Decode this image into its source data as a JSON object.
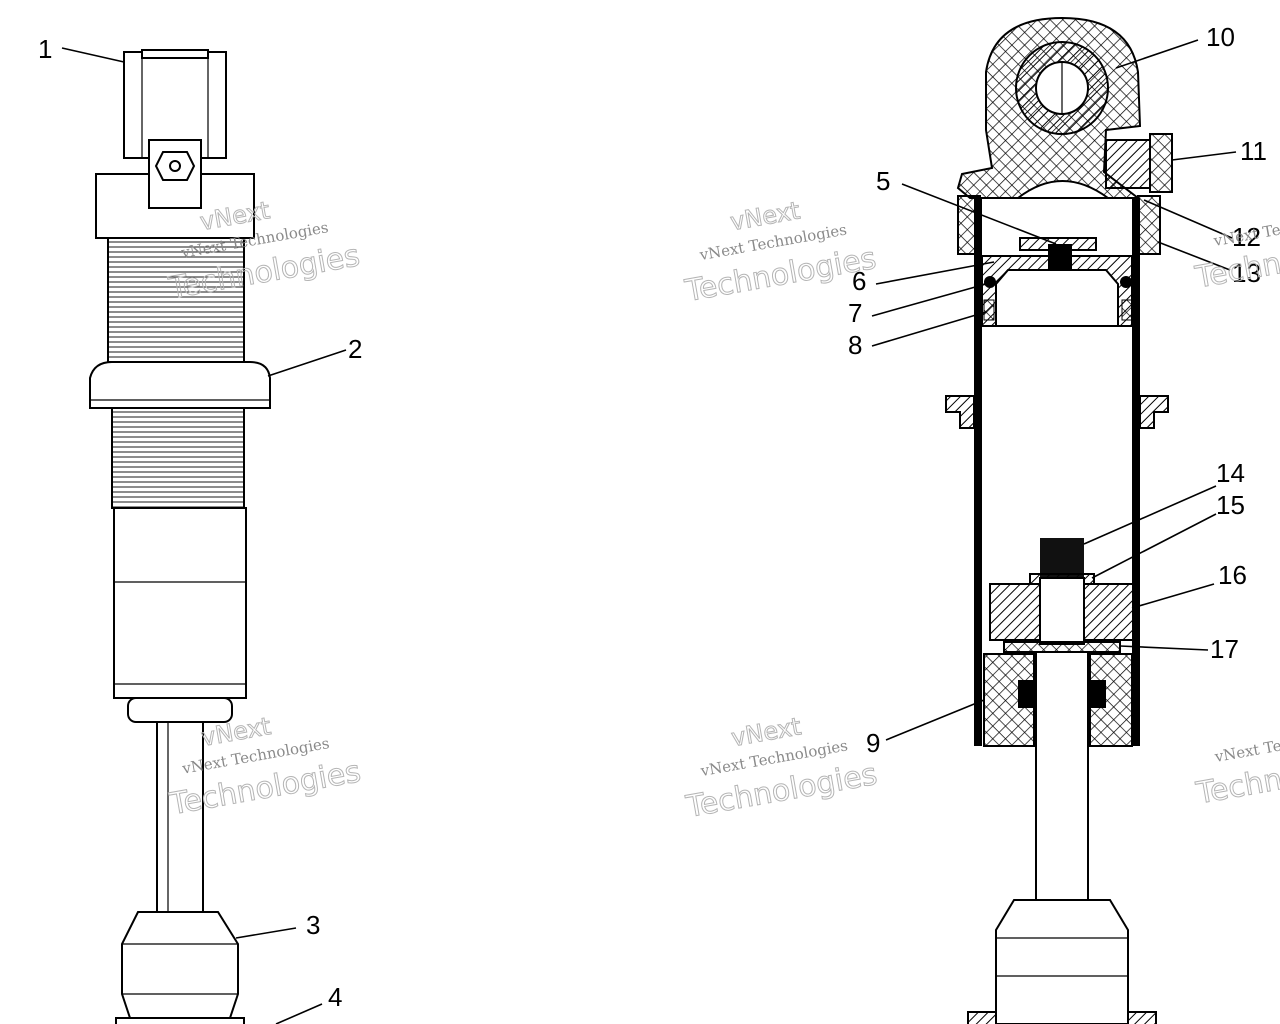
{
  "diagram": {
    "callouts": [
      "1",
      "2",
      "3",
      "4",
      "5",
      "6",
      "7",
      "8",
      "9",
      "10",
      "11",
      "12",
      "13",
      "14",
      "15",
      "16",
      "17"
    ]
  },
  "watermark": {
    "company": "vNext Technologies",
    "brand_top": "vNext",
    "brand_bottom": "Technologies"
  },
  "colors": {
    "ink": "#000000",
    "paper": "#ffffff",
    "watermark": "#9a9a9a"
  }
}
